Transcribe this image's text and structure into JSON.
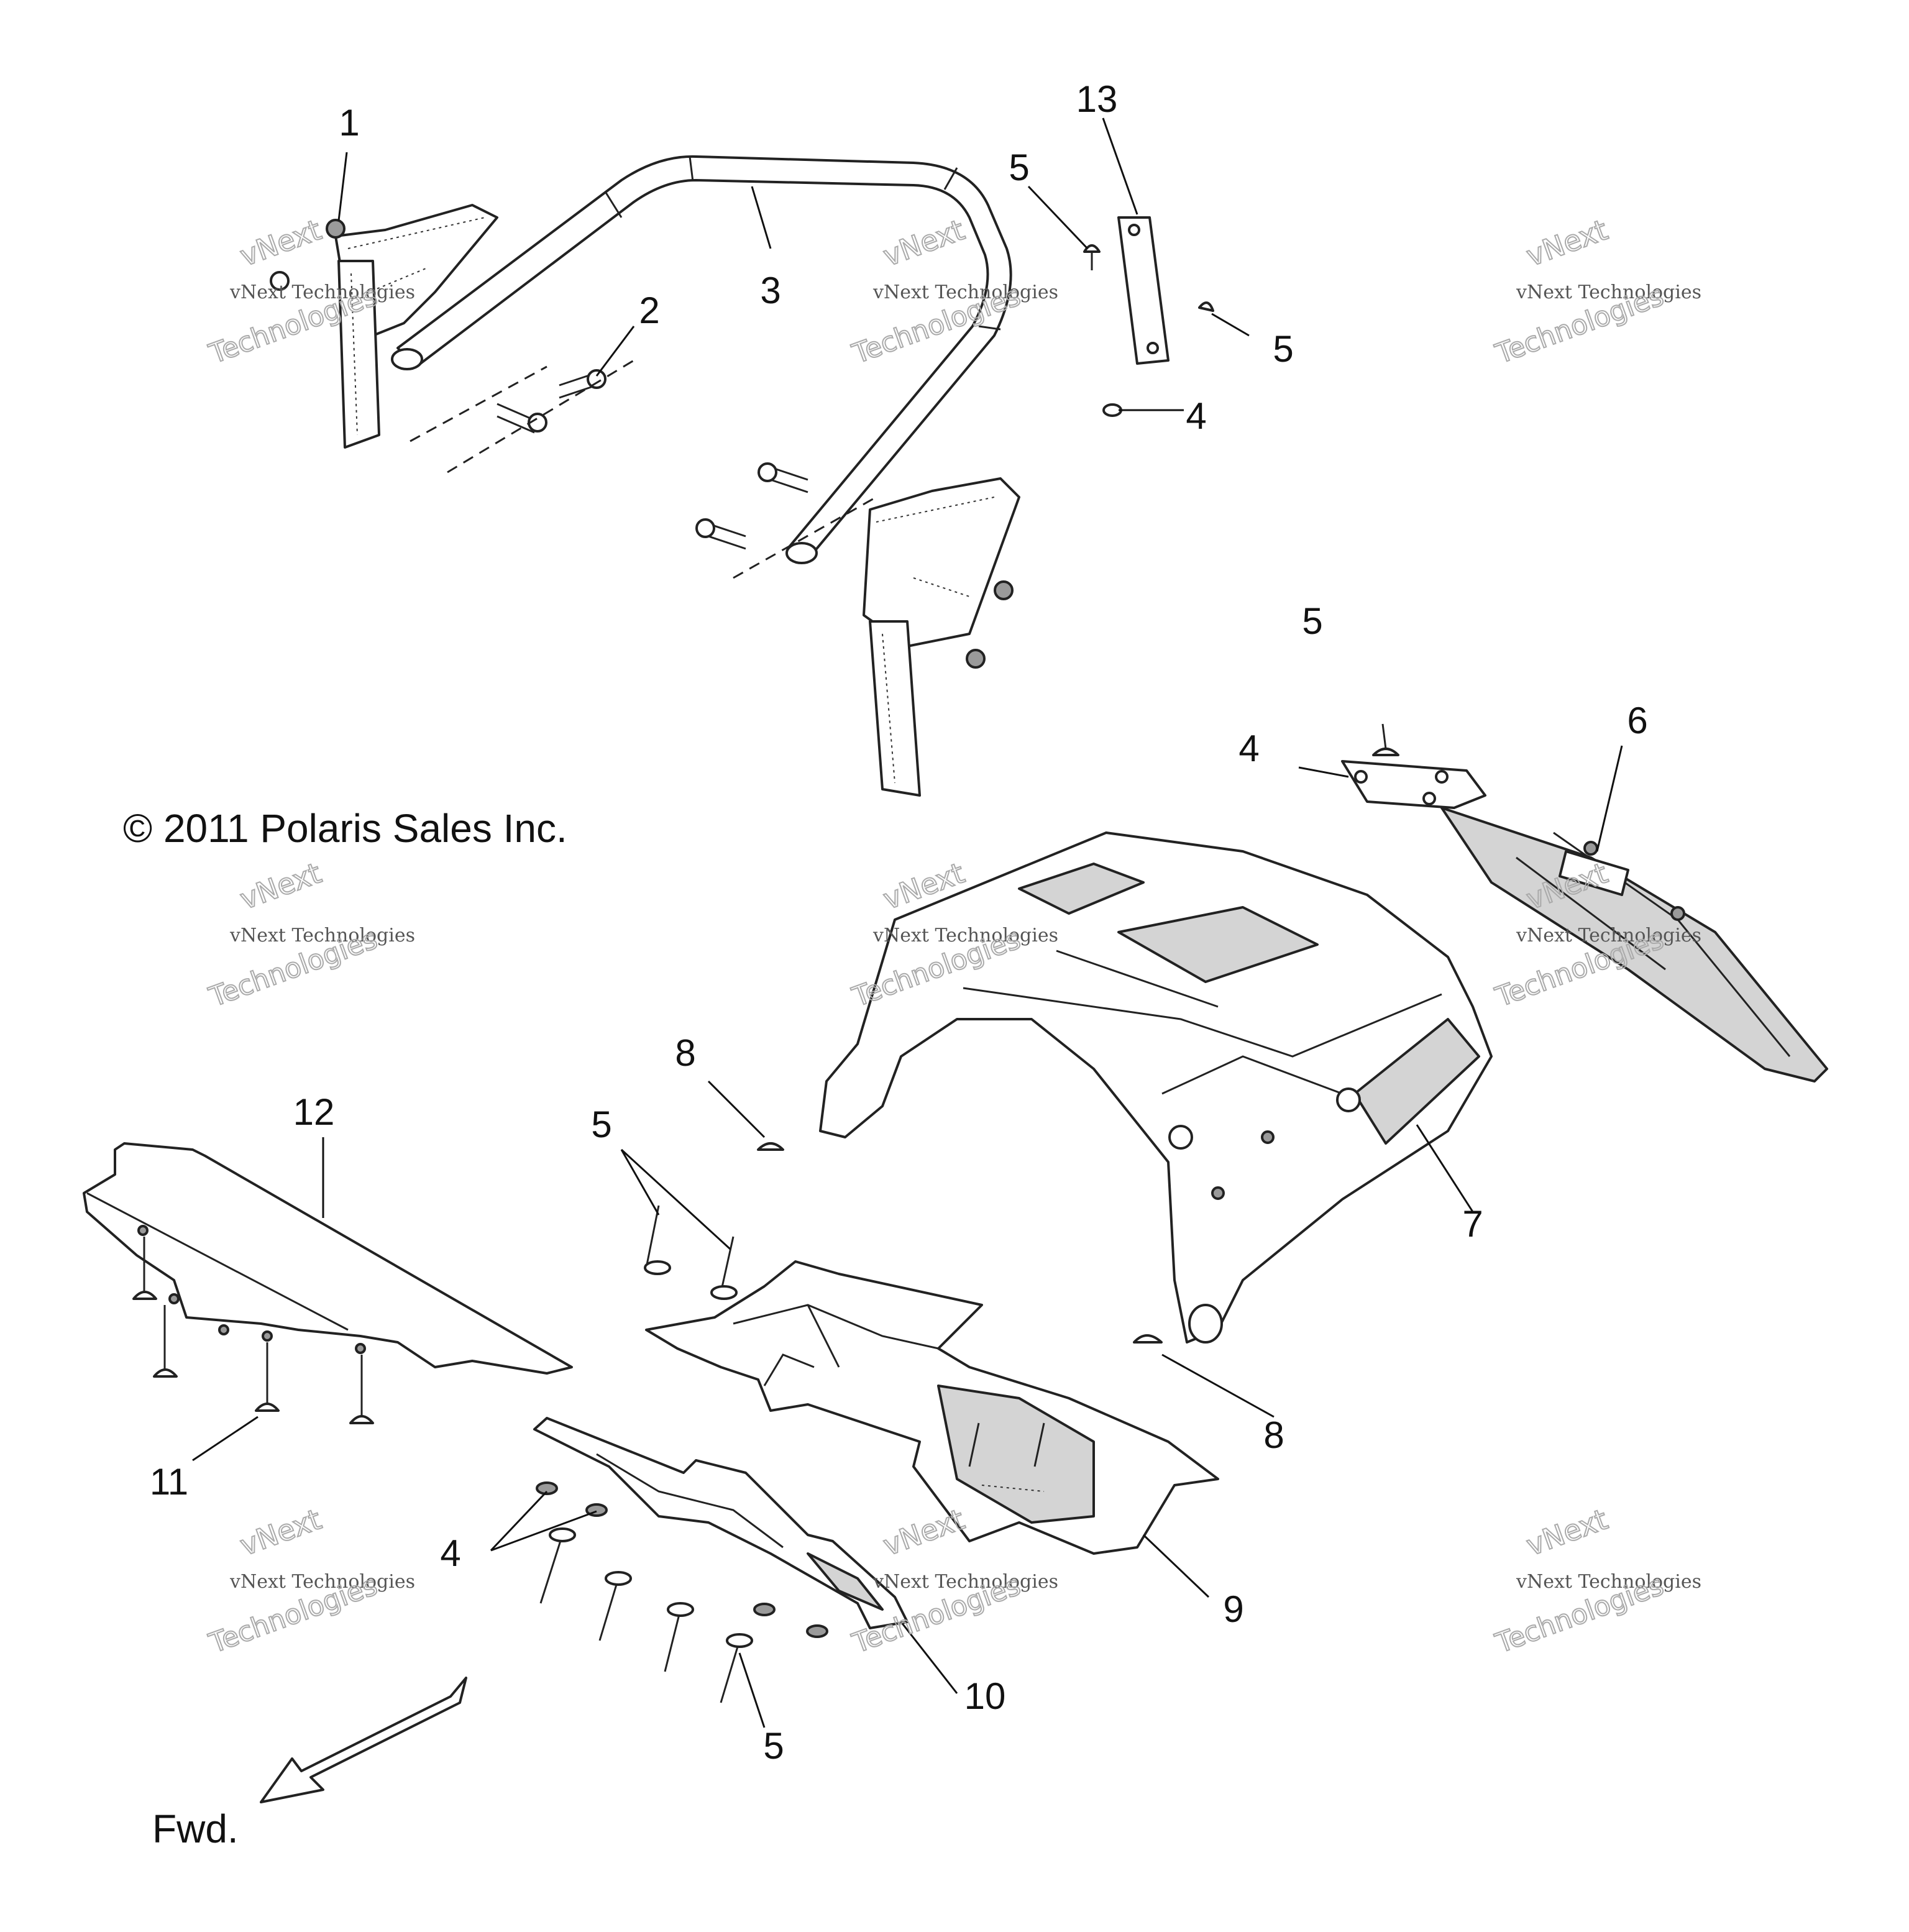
{
  "callouts": {
    "c1": "1",
    "c2": "2",
    "c3": "3",
    "c4a": "4",
    "c5a": "5",
    "c5b": "5",
    "c13": "13",
    "c5c": "5",
    "c4b": "4",
    "c6": "6",
    "c7": "7",
    "c8a": "8",
    "c8b": "8",
    "c5d": "5",
    "c12": "12",
    "c11": "11",
    "c4c": "4",
    "c9": "9",
    "c10": "10",
    "c5e": "5"
  },
  "copyright": "© 2011 Polaris Sales Inc.",
  "direction_label": "Fwd.",
  "watermark": {
    "line1": "vNext Technologies",
    "line2": "vNext",
    "line3": "Technologies"
  }
}
